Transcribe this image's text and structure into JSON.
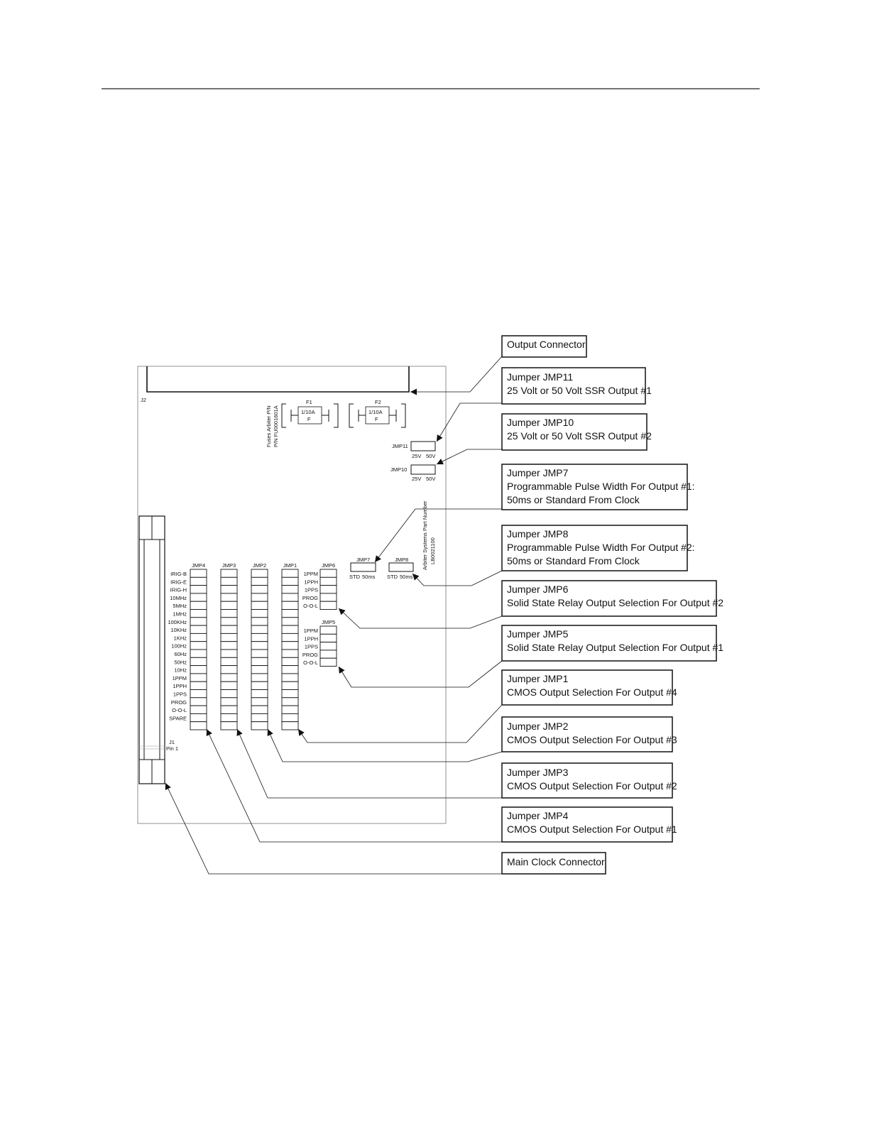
{
  "board": {
    "connector_label_top": "J2",
    "connector_label_main": "J1",
    "pin1_label": "Pin 1",
    "fuse_note_line1": "Fuses Arbiter P/N",
    "fuse_note_line2": "P/N FU0001601A",
    "part_number_line1": "Arbiter Systems Part Number",
    "part_number_line2": "LB0021100",
    "fuses": [
      {
        "name": "F1",
        "rating": "1/10A",
        "type": "F"
      },
      {
        "name": "F2",
        "rating": "1/10A",
        "type": "F"
      }
    ],
    "jmp11": {
      "name": "JMP11",
      "left": "25V",
      "right": "50V"
    },
    "jmp10": {
      "name": "JMP10",
      "left": "25V",
      "right": "50V"
    },
    "jmp7": {
      "name": "JMP7",
      "left": "STD",
      "right": "50ms"
    },
    "jmp8": {
      "name": "JMP8",
      "left": "STD",
      "right": "50ms"
    },
    "headers": [
      "JMP4",
      "JMP3",
      "JMP2",
      "JMP1"
    ],
    "row_labels": [
      "IRIG-B",
      "IRIG-E",
      "IRIG-H",
      "10MHz",
      "5MHz",
      "1MHz",
      "100KHz",
      "10KHz",
      "1KHz",
      "100Hz",
      "60Hz",
      "50Hz",
      "10Hz",
      "1PPM",
      "1PPH",
      "1PPS",
      "PROG",
      "O-O-L",
      "SPARE"
    ],
    "jmp6": {
      "name": "JMP6",
      "rows": [
        "1PPM",
        "1PPH",
        "1PPS",
        "PROG",
        "O-O-L"
      ]
    },
    "jmp5": {
      "name": "JMP5",
      "rows": [
        "1PPM",
        "1PPH",
        "1PPS",
        "PROG",
        "O-O-L"
      ]
    }
  },
  "callouts": [
    {
      "id": "output-connector",
      "lines": [
        "Output Connector"
      ]
    },
    {
      "id": "jmp11",
      "lines": [
        "Jumper JMP11",
        "25 Volt or 50 Volt SSR Output #1"
      ]
    },
    {
      "id": "jmp10",
      "lines": [
        "Jumper JMP10",
        "25 Volt or 50 Volt SSR Output #2"
      ]
    },
    {
      "id": "jmp7",
      "lines": [
        "Jumper JMP7",
        "Programmable Pulse Width For Output #1:",
        "50ms or Standard From Clock"
      ]
    },
    {
      "id": "jmp8",
      "lines": [
        "Jumper JMP8",
        "Programmable Pulse Width For Output #2:",
        "50ms or Standard From Clock"
      ]
    },
    {
      "id": "jmp6",
      "lines": [
        "Jumper JMP6",
        "Solid State Relay Output Selection For Output #2"
      ]
    },
    {
      "id": "jmp5",
      "lines": [
        "Jumper JMP5",
        "Solid State Relay Output Selection For Output #1"
      ]
    },
    {
      "id": "jmp1",
      "lines": [
        "Jumper JMP1",
        "CMOS Output Selection For Output #4"
      ]
    },
    {
      "id": "jmp2",
      "lines": [
        "Jumper JMP2",
        "CMOS Output Selection For Output #3"
      ]
    },
    {
      "id": "jmp3",
      "lines": [
        "Jumper JMP3",
        "CMOS Output Selection For Output #2"
      ]
    },
    {
      "id": "jmp4",
      "lines": [
        "Jumper JMP4",
        "CMOS Output Selection For Output #1"
      ]
    },
    {
      "id": "main-clock-connector",
      "lines": [
        "Main Clock Connector"
      ]
    }
  ]
}
